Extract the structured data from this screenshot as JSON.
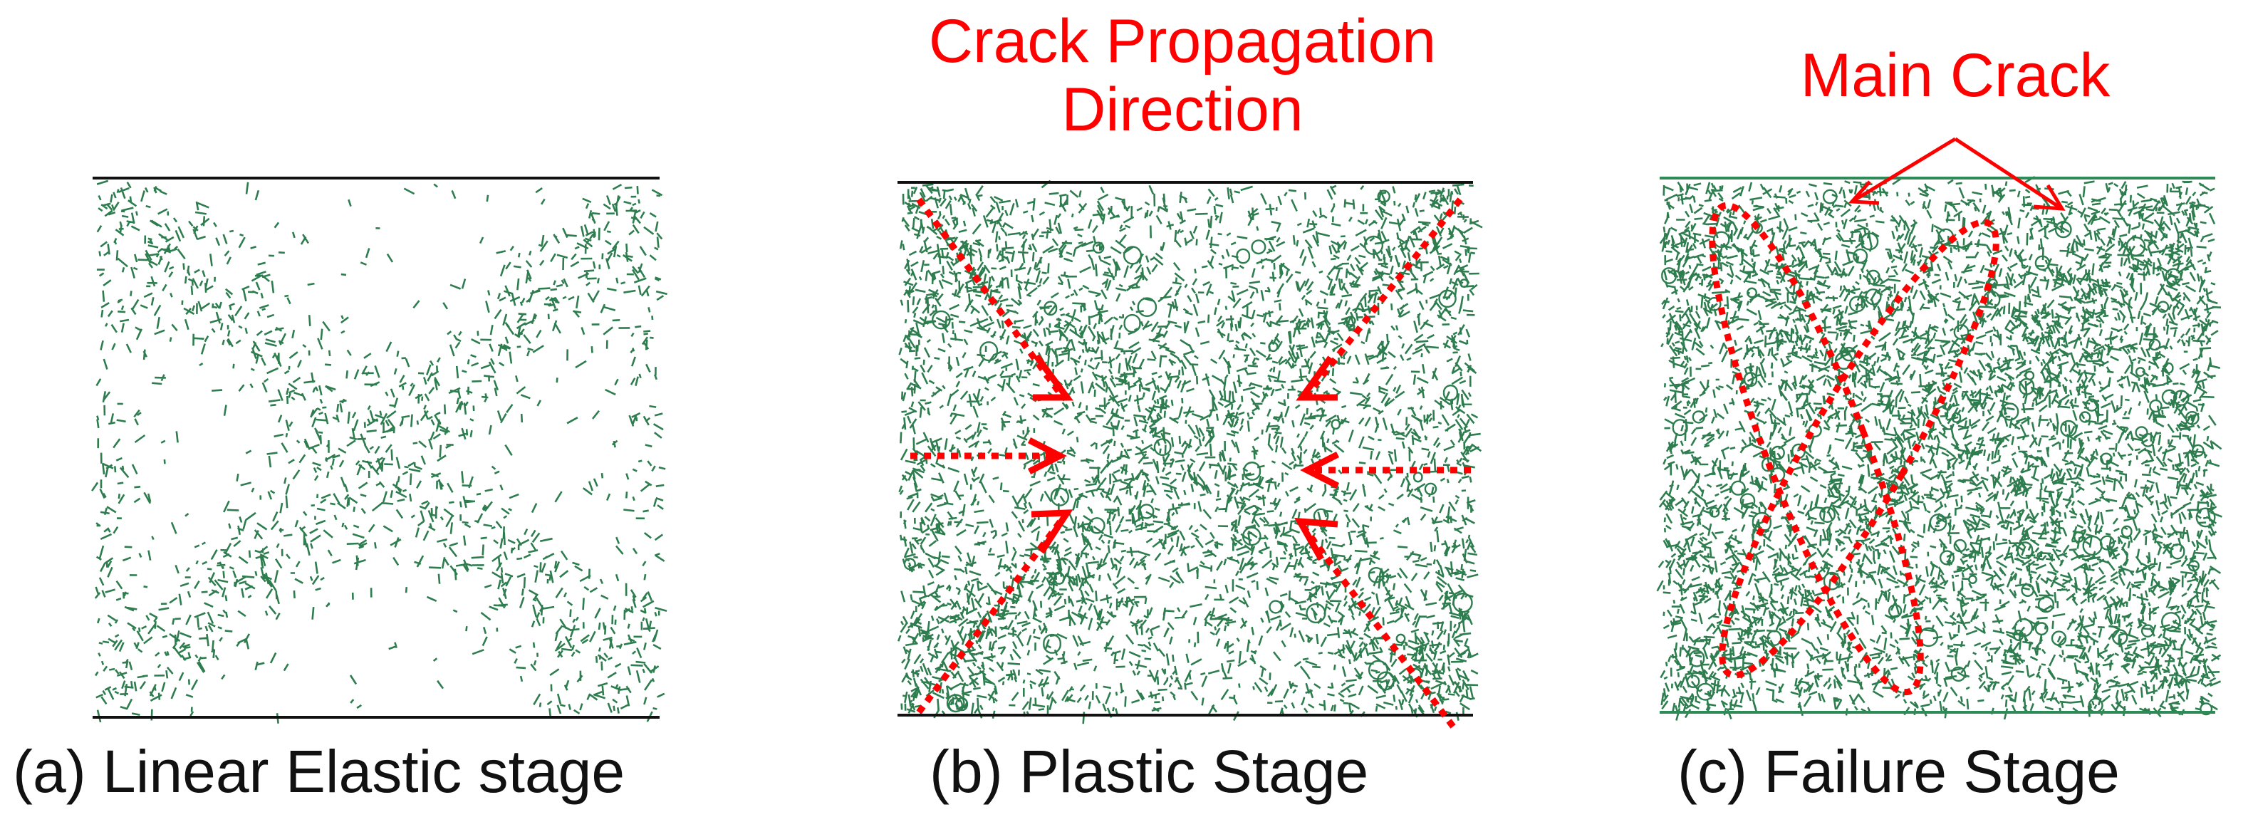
{
  "colors": {
    "crack": "#2e7d4f",
    "boundary": "#111111",
    "boundary_c": "#2e8b57",
    "annotation": "#ff0000",
    "caption": "#111111"
  },
  "panels": [
    {
      "id": "a",
      "caption": "(a)  Linear Elastic stage",
      "crack_density": "sparse"
    },
    {
      "id": "b",
      "caption": "(b)   Plastic Stage",
      "crack_density": "medium",
      "annotation": {
        "line1": "Crack Propagation",
        "line2": "Direction"
      }
    },
    {
      "id": "c",
      "caption": "(c)  Failure Stage",
      "crack_density": "dense",
      "annotation": {
        "line1": "Main Crack"
      }
    }
  ]
}
